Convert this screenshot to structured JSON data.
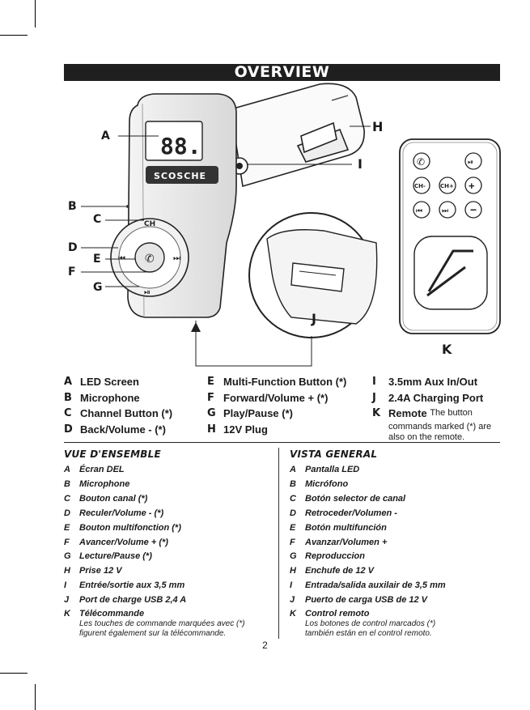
{
  "header": {
    "title": "OVERVIEW"
  },
  "callouts": {
    "A": "A",
    "B": "B",
    "C": "C",
    "D": "D",
    "E": "E",
    "F": "F",
    "G": "G",
    "H": "H",
    "I": "I",
    "J": "J",
    "K": "K"
  },
  "device": {
    "display_digits": "88.",
    "brand": "SCOSCHE",
    "button_ch": "CH",
    "icon_names": [
      "phone-icon",
      "prev-track-icon",
      "next-track-icon",
      "play-pause-icon"
    ]
  },
  "remote": {
    "buttons": [
      "CH-",
      "CH+"
    ]
  },
  "legend_en": {
    "col1": [
      {
        "key": "A",
        "text": "LED Screen"
      },
      {
        "key": "B",
        "text": "Microphone"
      },
      {
        "key": "C",
        "text": "Channel Button (*)"
      },
      {
        "key": "D",
        "text": "Back/Volume - (*)"
      }
    ],
    "col2": [
      {
        "key": "E",
        "text": "Multi-Function Button (*)"
      },
      {
        "key": "F",
        "text": "Forward/Volume + (*)"
      },
      {
        "key": "G",
        "text": "Play/Pause (*)"
      },
      {
        "key": "H",
        "text": "12V Plug"
      }
    ],
    "col3": [
      {
        "key": "I",
        "text": "3.5mm Aux In/Out"
      },
      {
        "key": "J",
        "text": "2.4A Charging Port"
      },
      {
        "key": "K",
        "text": "Remote",
        "note_inline": "The button",
        "note": "commands marked (*) are also on the remote."
      }
    ]
  },
  "fr": {
    "title": "VUE D'ENSEMBLE",
    "items": [
      {
        "key": "A",
        "text": "Écran DEL"
      },
      {
        "key": "B",
        "text": "Microphone"
      },
      {
        "key": "C",
        "text": "Bouton canal (*)"
      },
      {
        "key": "D",
        "text": "Reculer/Volume - (*)"
      },
      {
        "key": "E",
        "text": "Bouton multifonction (*)"
      },
      {
        "key": "F",
        "text": "Avancer/Volume + (*)"
      },
      {
        "key": "G",
        "text": "Lecture/Pause (*)"
      },
      {
        "key": "H",
        "text": "Prise 12 V"
      },
      {
        "key": "I",
        "text": "Entrée/sortie aux 3,5 mm"
      },
      {
        "key": "J",
        "text": "Port de charge USB 2,4 A"
      },
      {
        "key": "K",
        "text": "Télécommande"
      }
    ],
    "note1": "Les touches de commande marquées avec (*)",
    "note2": "figurent également sur la télécommande."
  },
  "es": {
    "title": "VISTA GENERAL",
    "items": [
      {
        "key": "A",
        "text": "Pantalla LED"
      },
      {
        "key": "B",
        "text": "Micrófono"
      },
      {
        "key": "C",
        "text": "Botón selector de canal"
      },
      {
        "key": "D",
        "text": "Retroceder/Volumen -"
      },
      {
        "key": "E",
        "text": "Botón multifunción"
      },
      {
        "key": "F",
        "text": "Avanzar/Volumen +"
      },
      {
        "key": "G",
        "text": "Reproduccion"
      },
      {
        "key": "H",
        "text": "Enchufe de 12 V"
      },
      {
        "key": "I",
        "text": "Entrada/salida auxilair de 3,5 mm"
      },
      {
        "key": "J",
        "text": "Puerto de carga USB de 12 V"
      },
      {
        "key": "K",
        "text": "Control remoto"
      }
    ],
    "note1": "Los botones de control marcados (*)",
    "note2": "también están en el control remoto."
  },
  "page_number": "2"
}
